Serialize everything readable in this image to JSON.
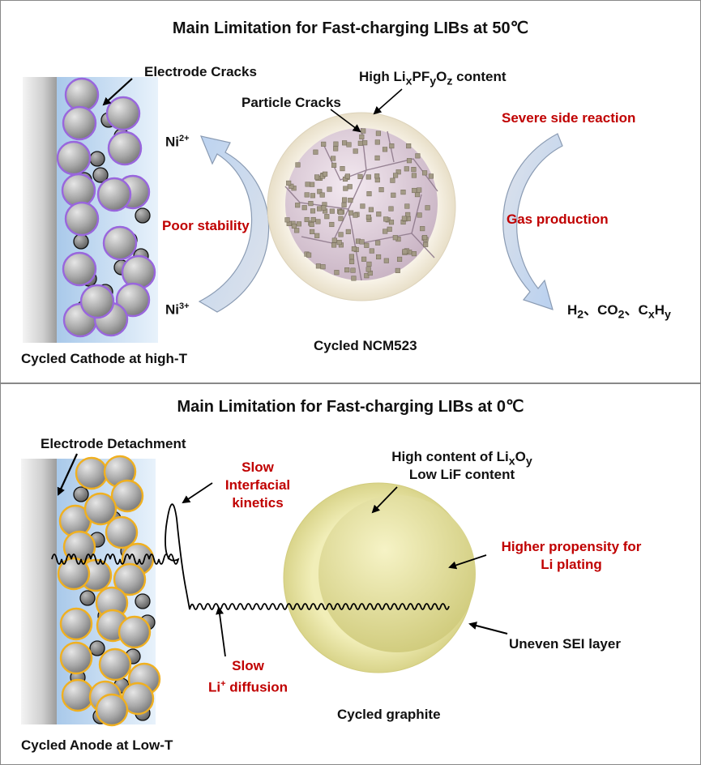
{
  "panel_50c": {
    "title": "Main Limitation for Fast-charging LIBs at 50℃",
    "electrode_cracks": "Electrode Cracks",
    "particle_cracks": "Particle Cracks",
    "high_content": {
      "prefix": "High Li",
      "sub_x": "x",
      "p": "PF",
      "sub_y": "y",
      "o": "O",
      "sub_z": "z",
      "suffix": " content"
    },
    "ni2": {
      "base": "Ni",
      "sup": "2+"
    },
    "ni3": {
      "base": "Ni",
      "sup": "3+"
    },
    "poor_stability": "Poor stability",
    "severe_side_reaction": "Severe side reaction",
    "gas_production": "Gas production",
    "gases": {
      "h": "H",
      "h_sub": "2",
      "sep1": "、CO",
      "c_sub": "2",
      "sep2": "、C",
      "x_sub": "x",
      "hy": "H",
      "y_sub": "y"
    },
    "cathode_caption": "Cycled Cathode at high-T",
    "particle_caption": "Cycled NCM523",
    "colors": {
      "cathode_particle_border": "#9966dd",
      "accent_red": "#c00000"
    }
  },
  "panel_0c": {
    "title": "Main Limitation for Fast-charging LIBs at 0℃",
    "electrode_detachment": "Electrode Detachment",
    "slow_interfacial": [
      "Slow",
      "Interfacial",
      "kinetics"
    ],
    "high_content_lixoy": {
      "prefix": "High content of Li",
      "sub_x": "x",
      "o": "O",
      "sub_y": "y"
    },
    "low_lif": "Low LiF content",
    "li_plating": [
      "Higher propensity for",
      "Li plating"
    ],
    "uneven_sei": "Uneven SEI layer",
    "slow_li_diffusion": {
      "line1": "Slow",
      "li": "Li",
      "sup": "+",
      "rest": " diffusion"
    },
    "anode_caption": "Cycled Anode at Low-T",
    "graphite_caption": "Cycled graphite",
    "colors": {
      "anode_particle_border": "#f0b020",
      "graphite_shell": "#eae6a0"
    }
  }
}
